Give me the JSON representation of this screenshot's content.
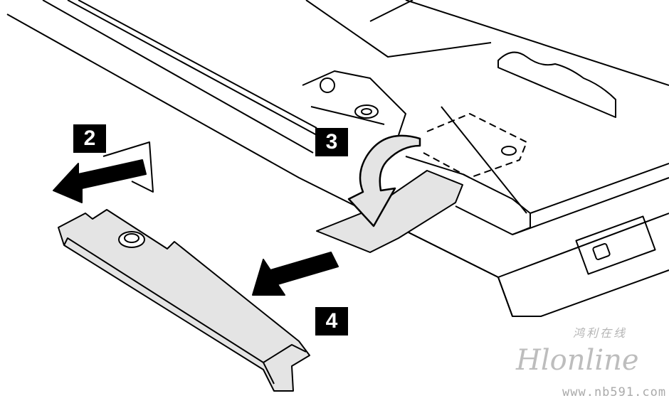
{
  "steps": {
    "step2": "2",
    "step3": "3",
    "step4": "4"
  },
  "watermark": {
    "chinese": "鸿利在线",
    "logo": "Hlonline",
    "url": "www.nb591.com"
  },
  "colors": {
    "part_fill": "#e4e4e4",
    "line": "#000000",
    "watermark": "#b5b5b5"
  }
}
